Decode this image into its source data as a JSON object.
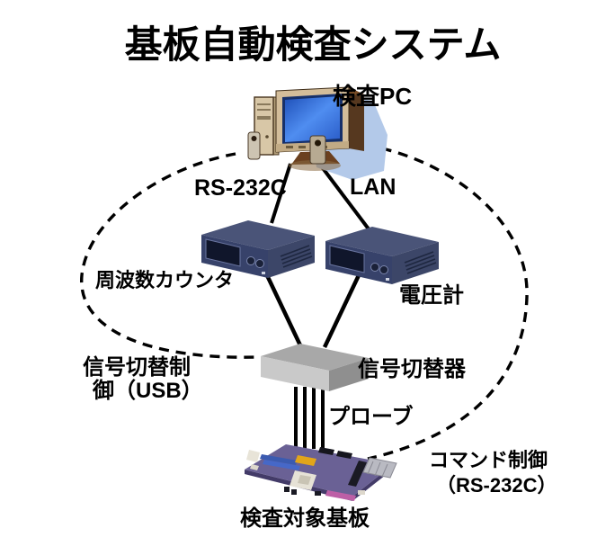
{
  "title": "基板自動検査システム",
  "diagram": {
    "pc_label": "検査PC",
    "freq_counter_label": "周波数カウンタ",
    "voltmeter_label": "電圧計",
    "switcher_label": "信号切替器",
    "board_label": "検査対象基板",
    "rs232c_label": "RS-232C",
    "lan_label": "LAN",
    "probe_label": "プローブ",
    "usb_ctrl_line1": "信号切替制",
    "usb_ctrl_line2": "御（USB）",
    "cmd_ctrl_line1": "コマンド制御",
    "cmd_ctrl_line2": "（RS-232C）"
  },
  "colors": {
    "background": "#ffffff",
    "text": "#000000",
    "line": "#000000",
    "instrument_top": "#4a5478",
    "instrument_front": "#37426a",
    "instrument_side": "#3c4668",
    "instrument_display": "#10162b",
    "switcher_top": "#a8a8a8",
    "switcher_front": "#c9c9c9",
    "switcher_side": "#8f8f8f",
    "pcb": "#6a6195",
    "pcb_edge": "#433b68",
    "screen_blue": "#2a5cc8",
    "monitor_beige": "#d3bd9a",
    "monitor_brown": "#56381f",
    "shadow_blue": "#b3c9e9"
  }
}
